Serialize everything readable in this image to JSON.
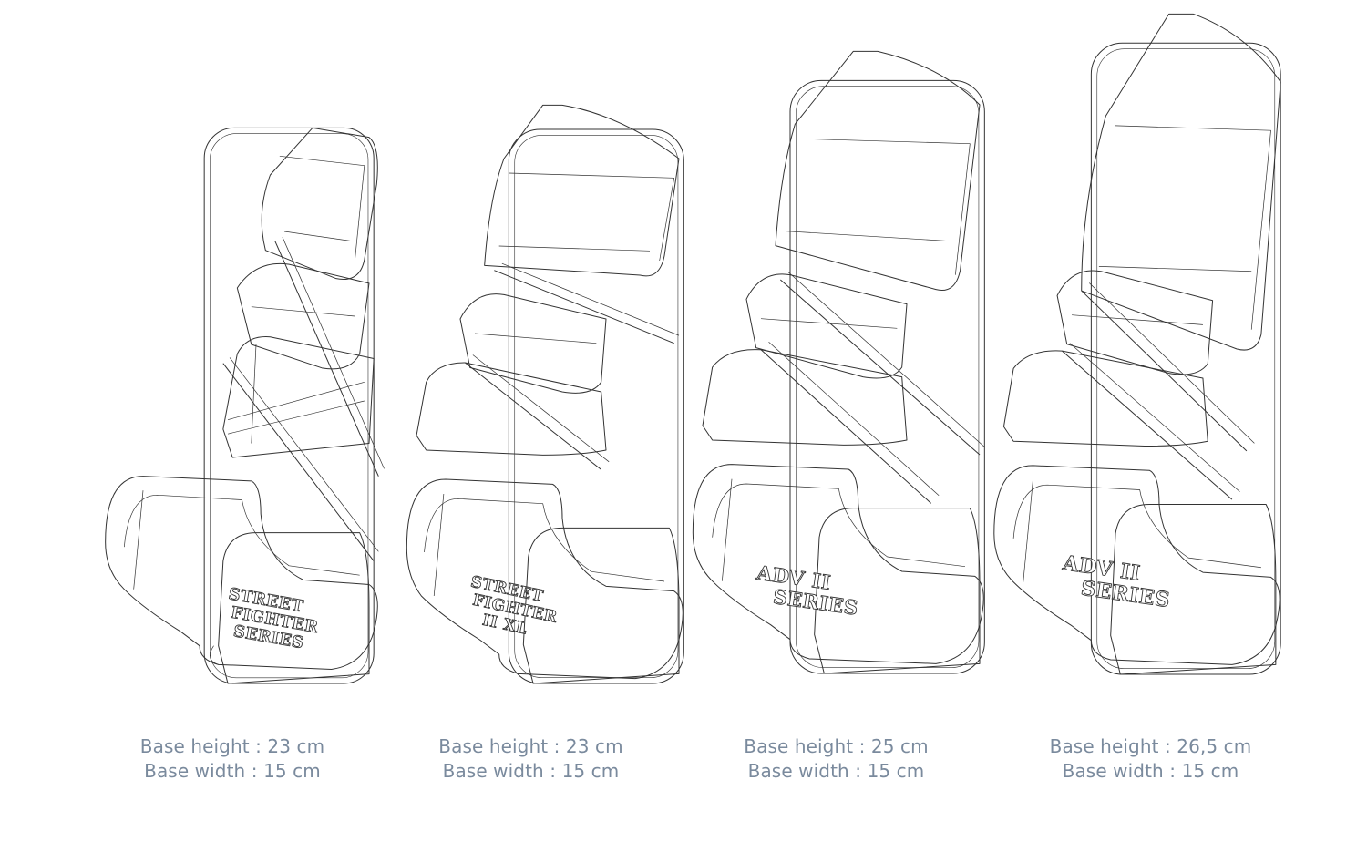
{
  "products": [
    {
      "logo_lines": [
        "STREET",
        "FIGHTER",
        "SERIES"
      ],
      "height_label": "Base height : 23 cm",
      "width_label": "Base width : 15 cm"
    },
    {
      "logo_lines": [
        "STREET",
        "FIGHTER",
        "II XL"
      ],
      "height_label": "Base height : 23 cm",
      "width_label": "Base width : 15 cm"
    },
    {
      "logo_lines": [
        "ADV II",
        "SERIES"
      ],
      "height_label": "Base height : 25 cm",
      "width_label": "Base width : 15 cm"
    },
    {
      "logo_lines": [
        "ADV II",
        "SERIES"
      ],
      "height_label": "Base height : 26,5 cm",
      "width_label": "Base width : 15 cm"
    }
  ],
  "icons": {
    "drawing": "ski-boot-stand-line-drawing"
  }
}
